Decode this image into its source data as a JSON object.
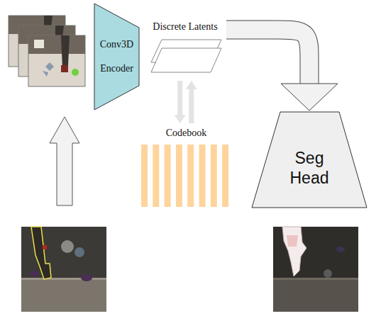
{
  "diagram": {
    "nodes": [
      {
        "text": [
          "Conv3D Encoder"
        ]
      },
      {
        "text": [
          "Discrete Latents"
        ]
      },
      {
        "text": [
          "Codebook"
        ]
      },
      {
        "text": [
          "Seg Head"
        ]
      }
    ],
    "edges": [
      {
        "from": 1,
        "to": 2,
        "arrow": "to"
      },
      {
        "from": 2,
        "to": 1,
        "arrow": "to"
      },
      {
        "from": 1,
        "to": 3,
        "arrow": "to"
      }
    ]
  }
}
